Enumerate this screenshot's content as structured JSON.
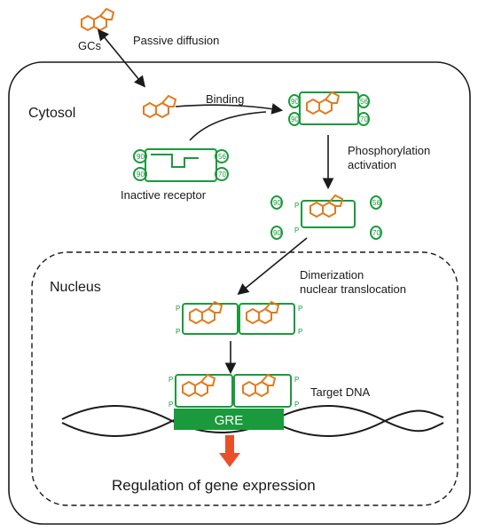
{
  "labels": {
    "gcs": "GCs",
    "passive_diffusion": "Passive diffusion",
    "cytosol": "Cytosol",
    "binding": "Binding",
    "inactive_receptor": "Inactive receptor",
    "phosphorylation": "Phosphorylation",
    "activation": "activation",
    "nucleus": "Nucleus",
    "dimerization": "Dimerization",
    "nuclear_translocation": "nuclear translocation",
    "target_dna": "Target DNA",
    "gre": "GRE",
    "regulation": "Regulation of gene expression"
  },
  "hsp": {
    "a": "90",
    "b": "56",
    "c": "90",
    "d": "70"
  },
  "phospho": "P",
  "colors": {
    "receptor": "#1a9a3c",
    "steroid": "#e07b1e",
    "arrow": "#1a1a1a",
    "output_arrow": "#e8502a",
    "gre_box": "#1a9a3c"
  }
}
